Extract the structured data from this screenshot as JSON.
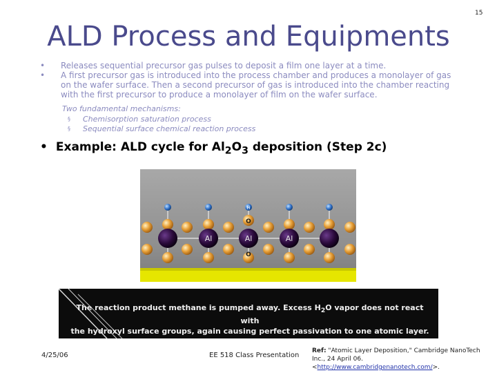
{
  "slide_number": "15",
  "title": "ALD Process and Equipments",
  "bullet_marker": "•",
  "bullets": [
    "Releases sequential precursor gas pulses to deposit a film one layer at a time.",
    "A first precursor gas is introduced into the process chamber and produces a monolayer of gas on the wafer surface. Then a second precursor of gas is introduced into the chamber reacting with the first precursor to produce a monolayer of film on the wafer surface."
  ],
  "mechanisms_heading": "Two fundamental mechanisms:",
  "sub_marker": "§",
  "mechanisms": [
    "Chemisorption saturation process",
    "Sequential surface chemical reaction process"
  ],
  "example": {
    "prefix": "Example: ALD cycle for Al",
    "sub1": "2",
    "mid": "O",
    "sub2": "3",
    "suffix": " deposition (Step 2c)"
  },
  "diagram": {
    "al_labels": [
      "Al",
      "Al",
      "Al"
    ],
    "o_label": "O",
    "h_label": "H"
  },
  "caption": {
    "line1_a": "The reaction product methane is pumped away. Excess H",
    "line1_sub": "2",
    "line1_b": "O vapor does not react with",
    "line2": "the hydroxyl surface groups, again causing perfect passivation to one atomic layer."
  },
  "footer": {
    "date": "4/25/06",
    "center": "EE 518 Class Presentation",
    "ref_label": "Ref:",
    "ref_text": " \"Atomic Layer Deposition,\" Cambridge NanoTech Inc., 24 April 06. <",
    "ref_link": "http://www.cambridgenanotech.com/",
    "ref_end": ">."
  },
  "colors": {
    "title": "#4a4a8c",
    "light_text": "#8b8bbf",
    "substrate": "#e6e600",
    "al_atom": "#2a0a3a",
    "o_atom": "#d9952a",
    "h_atom": "#2f6fc7"
  }
}
